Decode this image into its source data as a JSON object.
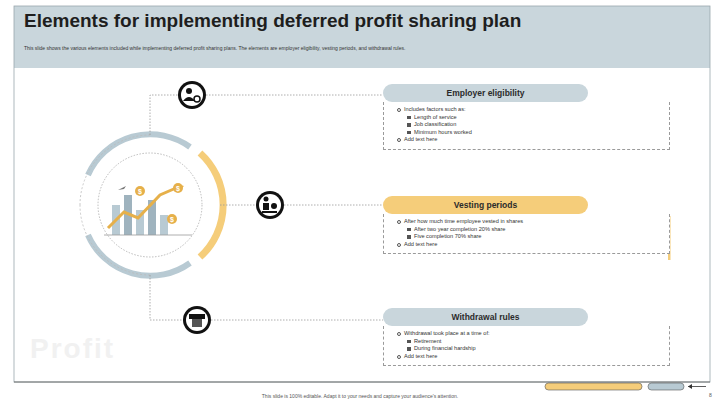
{
  "diagram": {
    "title": "Elements for implementing deferred profit sharing plan",
    "nodes": [
      {
        "text": [
          "Employer eligibility",
          "Includes factors such as:",
          "Length of service",
          "Job classification",
          "Minimum hours worked",
          "Add text here"
        ]
      },
      {
        "text": [
          "Vesting periods",
          "After how much time employee vested in shares",
          "After two year completion 20% share",
          "Five completion 70% share",
          "Add text here"
        ]
      },
      {
        "text": [
          "Withdrawal rules",
          "Withdrawal took place at a time of:",
          "Retirement",
          "During financial hardship",
          "Add text here"
        ]
      }
    ],
    "labels": [
      "This slide shows the various elements included while implementing deferred profit sharing plans. The elements are employer eligibility, vesting periods, and withdrawal rules.",
      "$",
      "$",
      "$",
      "Profit",
      "This slide is 100% editable. Adapt it to your needs and capture your audience's attention.",
      "8"
    ]
  }
}
